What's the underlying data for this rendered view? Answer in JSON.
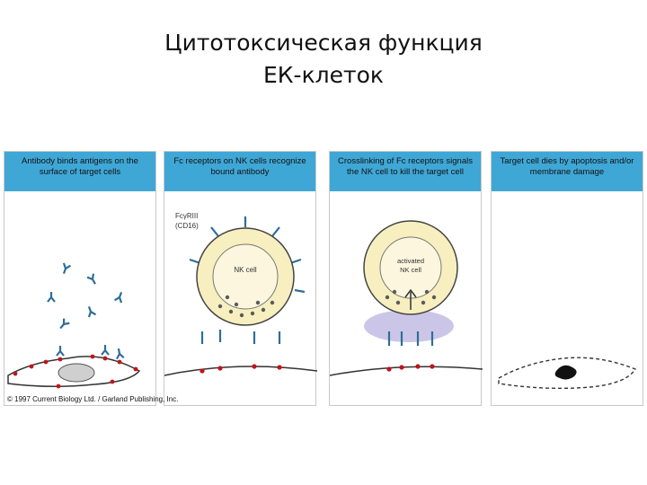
{
  "slide": {
    "title_line1": "Цитотоксическая функция",
    "title_line2": "ЕК-клеток"
  },
  "panels": [
    {
      "header": "Antibody binds antigens on the surface of target cells"
    },
    {
      "header": "Fc receptors on NK cells recognize bound antibody",
      "receptor_label_1": "FcγRIII",
      "receptor_label_2": "(CD16)",
      "cell_label": "NK cell"
    },
    {
      "header": "Crosslinking of Fc receptors signals the NK cell to kill the target cell",
      "cell_label_1": "activated",
      "cell_label_2": "NK cell"
    },
    {
      "header": "Target cell dies by apoptosis and/or membrane damage"
    }
  ],
  "copyright": "© 1997 Current Biology Ltd. / Garland Publishing, Inc.",
  "colors": {
    "header_bg": "#3fa7d6",
    "antibody": "#2e6e98",
    "antigen": "#c0141b",
    "nk_cell_fill": "#f7efbf",
    "granule": "#5a5a5a",
    "degranulation": "#8b80c9"
  }
}
